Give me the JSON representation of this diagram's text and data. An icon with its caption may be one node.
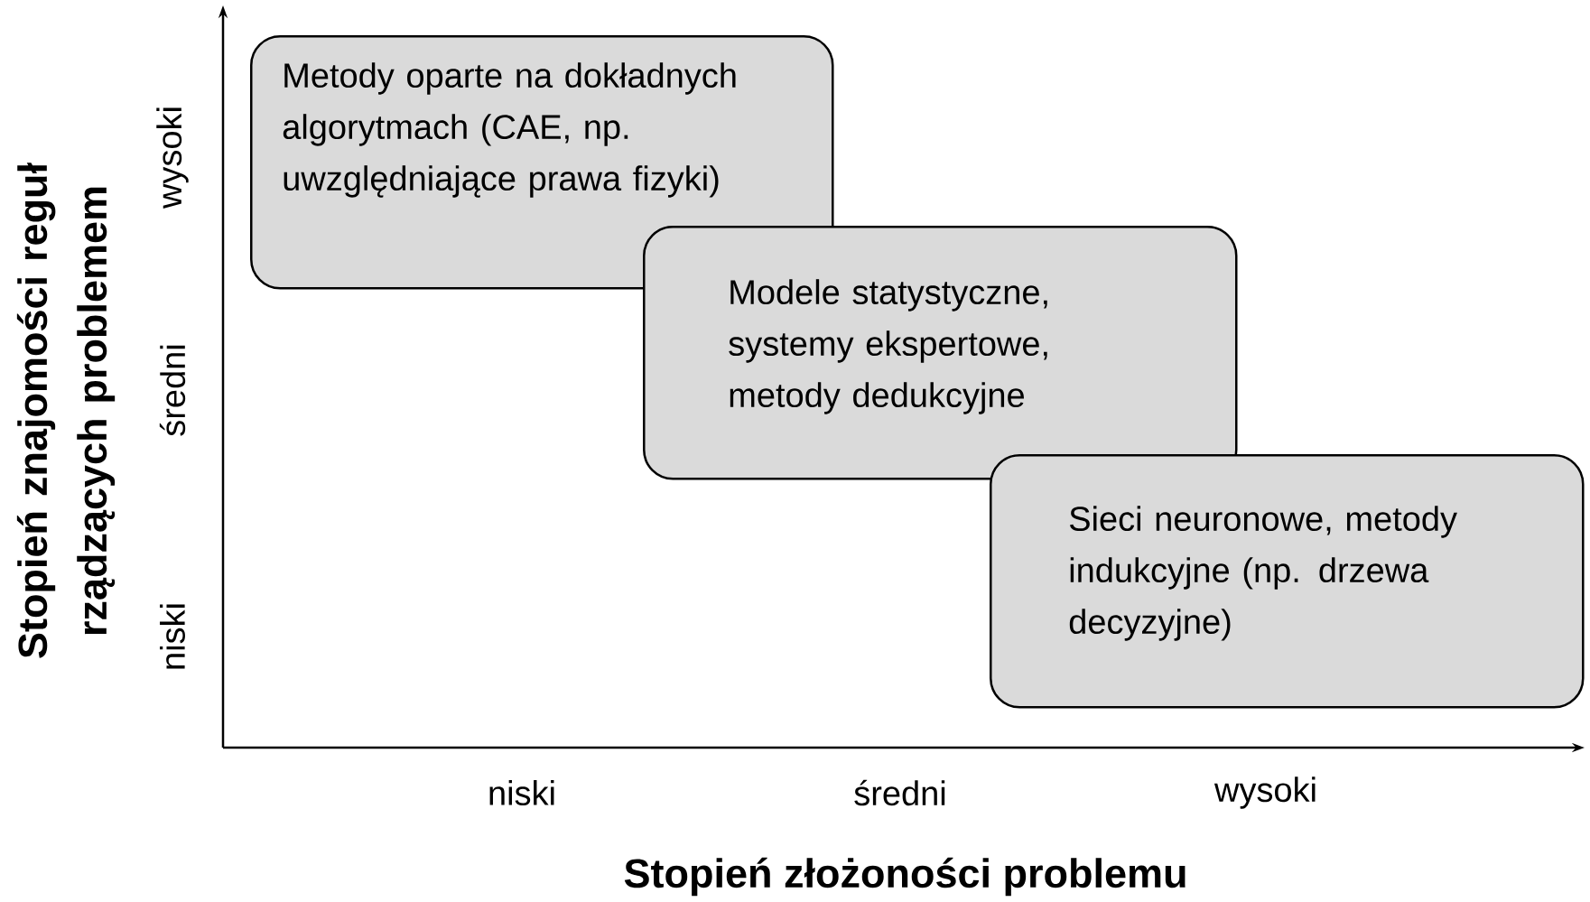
{
  "diagram": {
    "nodes": [
      {
        "text": [
          "Metody oparte na dokładnych algorytmach (CAE, np. uwzględniające prawa fizyki)"
        ]
      },
      {
        "text": [
          "Modele statystyczne, systemy ekspertowe, metody dedukcyjne"
        ]
      },
      {
        "text": [
          "Sieci neuronowe, metody indukcyjne (np. drzewa decyzyjne)"
        ]
      }
    ],
    "edges": [],
    "labels": [
      "Stopień znajomości reguł rządzących problemem",
      "wysoki",
      "średni",
      "niski",
      "niski",
      "średni",
      "wysoki",
      "Stopień złożoności problemu"
    ]
  }
}
